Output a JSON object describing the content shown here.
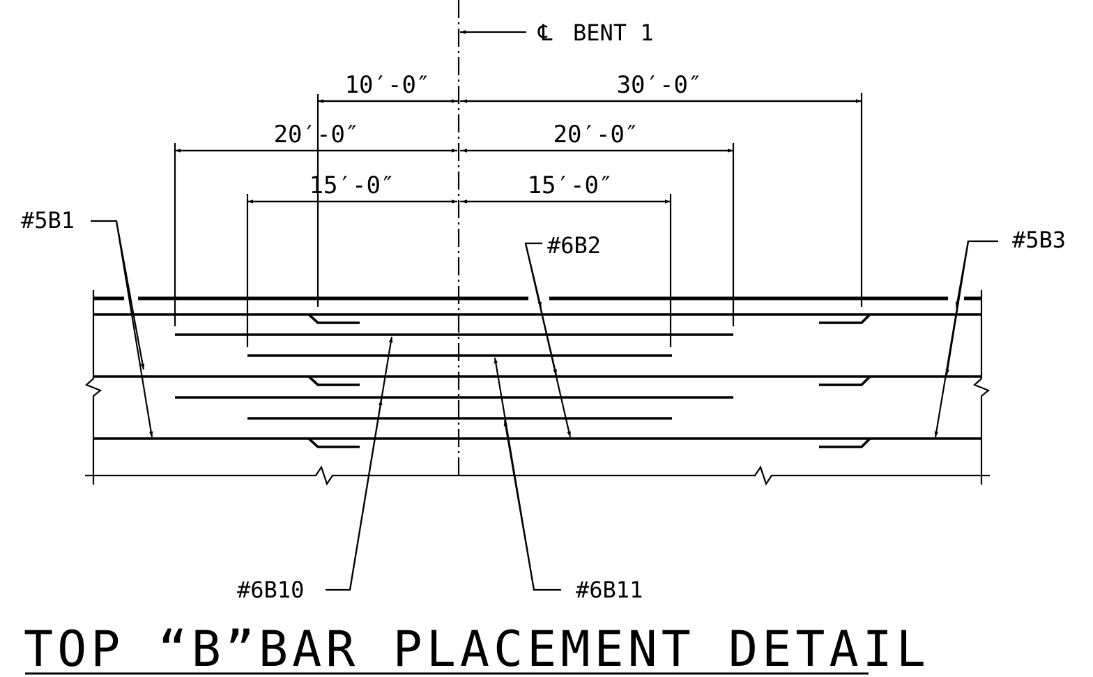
{
  "centerline": {
    "symbol": "℄",
    "label": "BENT 1"
  },
  "dimensions": {
    "row1": {
      "left": "10′-0″",
      "right": "30′-0″"
    },
    "row2": {
      "left": "20′-0″",
      "right": "20′-0″"
    },
    "row3": {
      "left": "15′-0″",
      "right": "15′-0″"
    }
  },
  "callouts": {
    "b1": "#5B1",
    "b2": "#6B2",
    "b3": "#5B3",
    "b10": "#6B10",
    "b11": "#6B11"
  },
  "title": "TOP “B”BAR PLACEMENT DETAIL"
}
